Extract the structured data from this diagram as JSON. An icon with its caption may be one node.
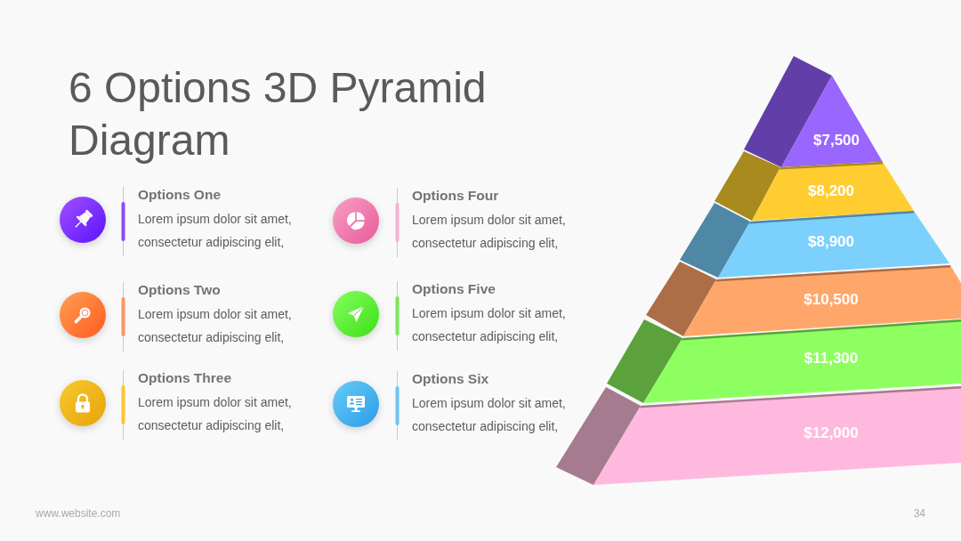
{
  "diagram": {
    "title": "6 Options 3D Pyramid Diagram",
    "nodes": [
      {
        "text": [
          "$7,500"
        ]
      },
      {
        "text": [
          "$8,200"
        ]
      },
      {
        "text": [
          "$8,900"
        ]
      },
      {
        "text": [
          "$10,500"
        ]
      },
      {
        "text": [
          "$11,300"
        ]
      },
      {
        "text": [
          "$12,000"
        ]
      }
    ],
    "labels": [
      "Options One",
      "Lorem ipsum dolor sit amet, consectetur adipiscing elit,",
      "Options Two",
      "Lorem ipsum dolor sit amet, consectetur adipiscing elit,",
      "Options Three",
      "Lorem ipsum dolor sit amet, consectetur adipiscing elit,",
      "Options Four",
      "Lorem ipsum dolor sit amet, consectetur adipiscing elit,",
      "Options Five",
      "Lorem ipsum dolor sit amet, consectetur adipiscing elit,",
      "Options Six",
      "Lorem ipsum dolor sit amet, consectetur adipiscing elit,",
      "www.website.com",
      "34"
    ]
  }
}
